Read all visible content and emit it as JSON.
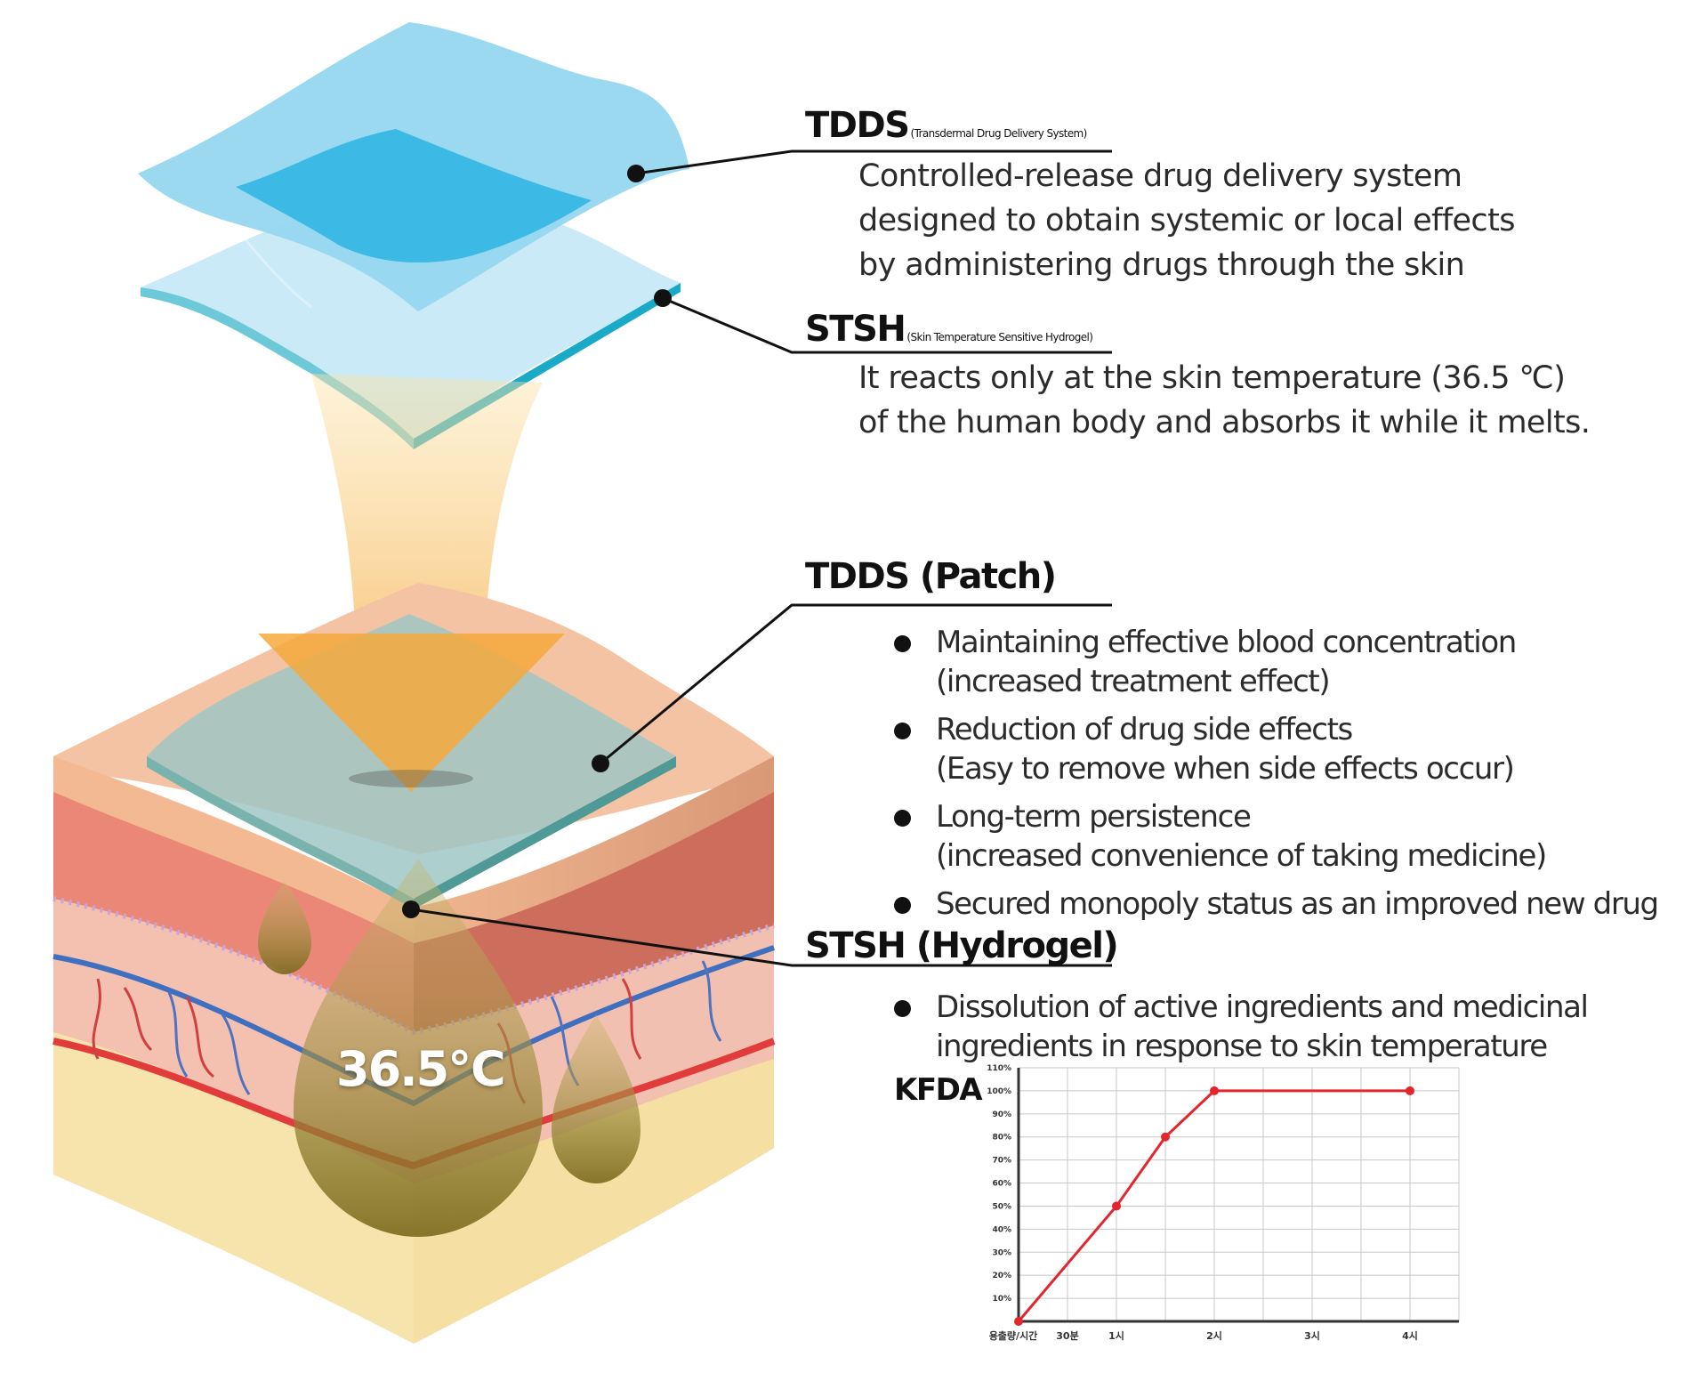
{
  "labels": {
    "tdds_title": "TDDS",
    "tdds_subtitle": "(Transdermal Drug Delivery System)",
    "tdds_desc": [
      "Controlled-release drug delivery system",
      "designed to obtain systemic or local effects",
      "by administering drugs through the skin"
    ],
    "stsh_title": "STSH",
    "stsh_subtitle": "(Skin Temperature Sensitive Hydrogel)",
    "stsh_desc": [
      "It reacts only at the skin temperature (36.5 ℃)",
      "of the human body and absorbs it while it melts."
    ],
    "patch_title": "TDDS (Patch)",
    "patch_bullets": [
      [
        "Maintaining effective blood concentration",
        "(increased treatment effect)"
      ],
      [
        "Reduction of drug side effects",
        "(Easy to remove when side effects occur)"
      ],
      [
        "Long-term persistence",
        " (increased convenience of taking medicine)"
      ],
      [
        "Secured monopoly status as an improved new drug"
      ]
    ],
    "hydrogel_title": "STSH (Hydrogel)",
    "hydrogel_bullets": [
      [
        "Dissolution of active ingredients and medicinal",
        "ingredients in response to skin temperature"
      ]
    ],
    "temperature": "36.5℃",
    "kfda": "KFDA"
  },
  "colors": {
    "patch_top": "#7dd0ee",
    "patch_core": "#2cb4e2",
    "patch_edge": "#1ab0cc",
    "skin_top": "#f4c3a3",
    "dermis": "#ea8777",
    "artery": "#e23b3b",
    "vein": "#3f6fbf",
    "fat": "#f7e4ad",
    "drop": "#8c7a2a",
    "line_series": "#e3262d"
  },
  "chart_data": {
    "type": "line",
    "title": "",
    "xlabel": "",
    "ylabel": "",
    "origin_label": "용출량/시간",
    "x_ticks": [
      "30분",
      "1시",
      "2시",
      "3시",
      "4시"
    ],
    "y_ticks": [
      "10%",
      "20%",
      "30%",
      "40%",
      "50%",
      "60%",
      "70%",
      "80%",
      "90%",
      "100%",
      "110%"
    ],
    "ylim": [
      0,
      110
    ],
    "xlim": [
      0,
      4.5
    ],
    "grid": true,
    "series": [
      {
        "x": [
          0,
          1,
          1.5,
          2,
          4
        ],
        "values": [
          0,
          50,
          80,
          100,
          100
        ]
      }
    ]
  }
}
